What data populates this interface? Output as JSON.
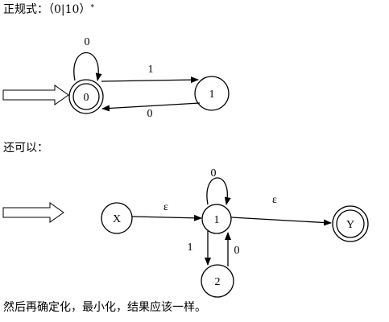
{
  "text": {
    "regex_prefix": "正规式：（0|10）",
    "regex_star": "*",
    "alt_intro": "还可以：",
    "conclusion": "然后再确定化，最小化，结果应该一样。"
  },
  "diagram1": {
    "states": [
      "0",
      "1"
    ],
    "edges": [
      {
        "from": "0",
        "to": "0",
        "label": "0"
      },
      {
        "from": "0",
        "to": "1",
        "label": "1"
      },
      {
        "from": "1",
        "to": "0",
        "label": "0"
      }
    ],
    "start": "0",
    "accepting": [
      "0"
    ]
  },
  "diagram2": {
    "states": [
      "X",
      "1",
      "2",
      "Y"
    ],
    "edges": [
      {
        "from": "X",
        "to": "1",
        "label": "ε"
      },
      {
        "from": "1",
        "to": "1",
        "label": "0"
      },
      {
        "from": "1",
        "to": "Y",
        "label": "ε"
      },
      {
        "from": "1",
        "to": "2",
        "label": "1"
      },
      {
        "from": "2",
        "to": "1",
        "label": "0"
      }
    ],
    "start": "X",
    "accepting": [
      "Y"
    ]
  }
}
